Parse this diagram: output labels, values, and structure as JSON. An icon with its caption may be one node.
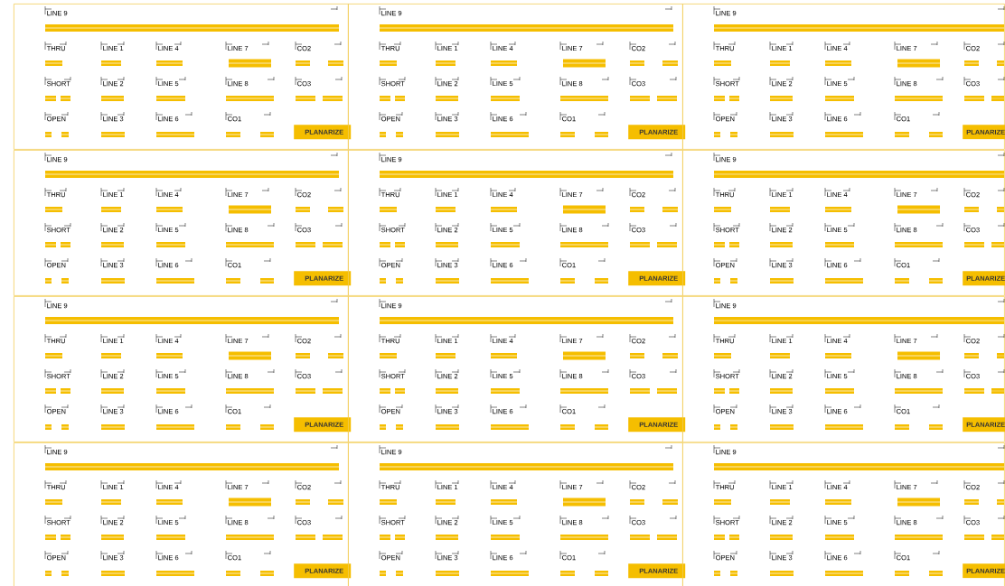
{
  "diagram": {
    "nodes": [
      {
        "text": [
          "LINE 9",
          "THRU",
          "LINE 1",
          "LINE 4",
          "LINE 7",
          "CO2",
          "SHORT",
          "LINE 2",
          "LINE 5",
          "LINE 8",
          "CO3",
          "OPEN",
          "LINE 3",
          "LINE 6",
          "CO1"
        ]
      },
      {
        "text": [
          "PLANARIZE"
        ],
        "in": 0
      },
      {
        "text": [
          "LINE 9",
          "THRU",
          "LINE 1",
          "LINE 4",
          "LINE 7",
          "CO2",
          "SHORT",
          "LINE 2",
          "LINE 5",
          "LINE 8",
          "CO3",
          "OPEN",
          "LINE 3",
          "LINE 6",
          "CO1"
        ]
      },
      {
        "text": [
          "PLANARIZE"
        ],
        "in": 2
      },
      {
        "text": [
          "LINE 9",
          "THRU",
          "LINE 1",
          "LINE 4",
          "LINE 7",
          "CO2",
          "SHORT",
          "LINE 2",
          "LINE 5",
          "LINE 8",
          "CO3",
          "OPEN",
          "LINE 3",
          "LINE 6",
          "CO1"
        ]
      },
      {
        "text": [
          "PLANARIZE"
        ],
        "in": 4
      },
      {
        "text": [
          "LINE 9",
          "THRU",
          "LINE 1",
          "LINE 4",
          "LINE 7",
          "CO2",
          "SHORT",
          "LINE 2",
          "LINE 5",
          "LINE 8",
          "CO3",
          "OPEN",
          "LINE 3",
          "LINE 6",
          "CO1"
        ]
      },
      {
        "text": [
          "PLANARIZE"
        ],
        "in": 6
      },
      {
        "text": [
          "LINE 9",
          "THRU",
          "LINE 1",
          "LINE 4",
          "LINE 7",
          "CO2",
          "SHORT",
          "LINE 2",
          "LINE 5",
          "LINE 8",
          "CO3",
          "OPEN",
          "LINE 3",
          "LINE 6",
          "CO1"
        ]
      },
      {
        "text": [
          "PLANARIZE"
        ],
        "in": 8
      },
      {
        "text": [
          "LINE 9",
          "THRU",
          "LINE 1",
          "LINE 4",
          "LINE 7",
          "CO2",
          "SHORT",
          "LINE 2",
          "LINE 5",
          "LINE 8",
          "CO3",
          "OPEN",
          "LINE 3",
          "LINE 6",
          "CO1"
        ]
      },
      {
        "text": [
          "PLANARIZE"
        ],
        "in": 10
      },
      {
        "text": [
          "LINE 9",
          "THRU",
          "LINE 1",
          "LINE 4",
          "LINE 7",
          "CO2",
          "SHORT",
          "LINE 2",
          "LINE 5",
          "LINE 8",
          "CO3",
          "OPEN",
          "LINE 3",
          "LINE 6",
          "CO1"
        ]
      },
      {
        "text": [
          "PLANARIZE"
        ],
        "in": 12
      },
      {
        "text": [
          "LINE 9",
          "THRU",
          "LINE 1",
          "LINE 4",
          "LINE 7",
          "CO2",
          "SHORT",
          "LINE 2",
          "LINE 5",
          "LINE 8",
          "CO3",
          "OPEN",
          "LINE 3",
          "LINE 6",
          "CO1"
        ]
      },
      {
        "text": [
          "PLANARIZE"
        ],
        "in": 14
      },
      {
        "text": [
          "LINE 9",
          "THRU",
          "LINE 1",
          "LINE 4",
          "LINE 7",
          "CO2",
          "SHORT",
          "LINE 2",
          "LINE 5",
          "LINE 8",
          "CO3",
          "OPEN",
          "LINE 3",
          "LINE 6",
          "CO1"
        ]
      },
      {
        "text": [
          "PLANARIZE"
        ],
        "in": 16
      },
      {
        "text": [
          "LINE 9",
          "THRU",
          "LINE 1",
          "LINE 4",
          "LINE 7",
          "CO2",
          "SHORT",
          "LINE 2",
          "LINE 5",
          "LINE 8",
          "CO3",
          "OPEN",
          "LINE 3",
          "LINE 6",
          "CO1"
        ]
      },
      {
        "text": [
          "PLANARIZE"
        ],
        "in": 18
      },
      {
        "text": [
          "LINE 9",
          "THRU",
          "LINE 1",
          "LINE 4",
          "LINE 7",
          "CO2",
          "SHORT",
          "LINE 2",
          "LINE 5",
          "LINE 8",
          "CO3",
          "OPEN",
          "LINE 3",
          "LINE 6",
          "CO1"
        ]
      },
      {
        "text": [
          "PLANARIZE"
        ],
        "in": 20
      },
      {
        "text": [
          "LINE 9",
          "THRU",
          "LINE 1",
          "LINE 4",
          "LINE 7",
          "CO2",
          "SHORT",
          "LINE 2",
          "LINE 5",
          "LINE 8",
          "CO3",
          "OPEN",
          "LINE 3",
          "LINE 6",
          "CO1"
        ]
      },
      {
        "text": [
          "PLANARIZE"
        ],
        "in": 22
      }
    ]
  }
}
